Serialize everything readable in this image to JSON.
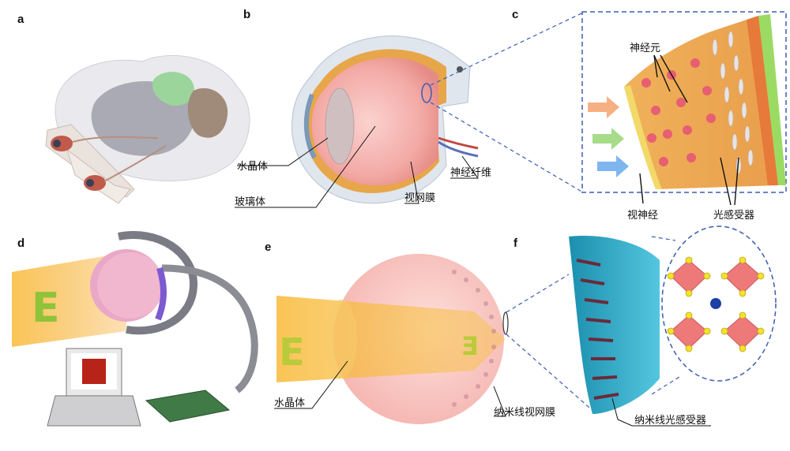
{
  "panels": {
    "a": {
      "label": "a"
    },
    "b": {
      "label": "b",
      "lens": "水晶体",
      "vitreous": "玻璃体",
      "nerve_fiber": "神经纤维",
      "retina": "视网膜"
    },
    "c": {
      "label": "c",
      "neuron": "神经元",
      "optic_nerve": "视神经",
      "photoreceptor": "光感受器"
    },
    "d": {
      "label": "d",
      "letter": "E"
    },
    "e": {
      "label": "e",
      "lens": "水晶体",
      "nanowire_retina": "纳米线视网膜",
      "letter": "E"
    },
    "f": {
      "label": "f",
      "nanowire_photoreceptor": "纳米线光感受器"
    }
  },
  "colors": {
    "dashed_line": "#3b5bb5",
    "light_beam": "#f7b52a",
    "nanowire": "#2aa7c4",
    "octahedron": "#ec6b6b",
    "atom_yellow": "#f5e22a",
    "atom_blue": "#1d3fa6"
  }
}
